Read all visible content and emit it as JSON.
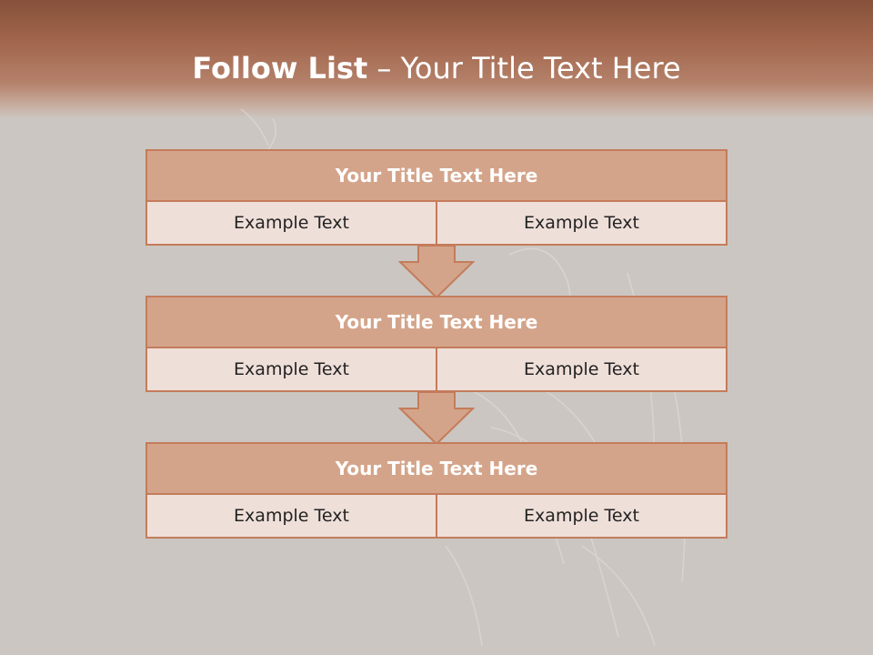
{
  "header": {
    "title_bold": "Follow List",
    "title_rest": " – Your Title Text Here"
  },
  "colors": {
    "header_brown": "#a2664c",
    "block_border": "#c47c5b",
    "block_title_fill": "#d4a48a",
    "cell_fill": "#efdfd9",
    "background": "#cbc6c1"
  },
  "blocks": [
    {
      "title": "Your Title Text Here",
      "cells": [
        "Example Text",
        "Example Text"
      ]
    },
    {
      "title": "Your Title Text Here",
      "cells": [
        "Example Text",
        "Example Text"
      ]
    },
    {
      "title": "Your Title Text Here",
      "cells": [
        "Example Text",
        "Example Text"
      ]
    }
  ],
  "connectors": [
    "down-arrow-icon",
    "down-arrow-icon"
  ]
}
